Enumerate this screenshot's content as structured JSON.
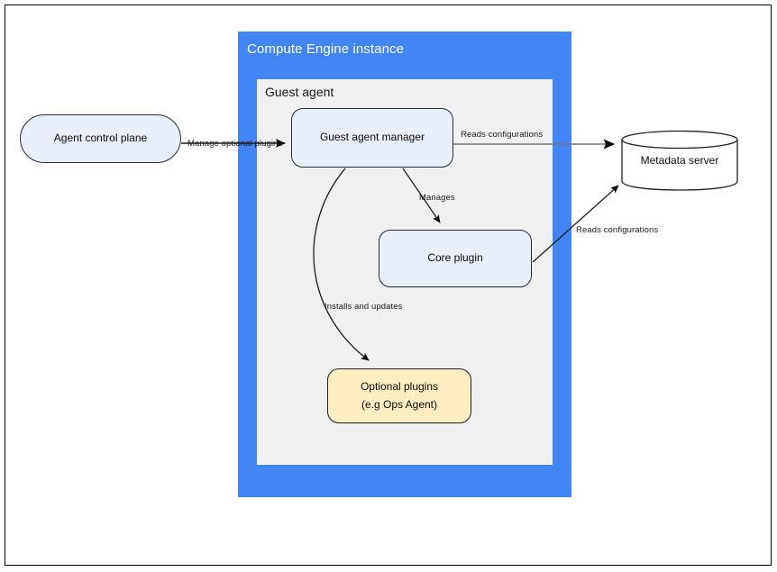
{
  "diagram": {
    "title_hidden": "",
    "containers": [
      {
        "id": "compute-engine-instance",
        "label": "Compute Engine instance",
        "fill": "#4285f4",
        "text_color": "#ffffff"
      },
      {
        "id": "guest-agent",
        "label": "Guest agent",
        "fill": "#f0f0f0",
        "text_color": "#1b1b1b"
      }
    ],
    "nodes": [
      {
        "id": "agent-control-plane",
        "label": "Agent control plane",
        "shape": "rounded-pill",
        "fill": "#e9eefb",
        "stroke": "#232c3d"
      },
      {
        "id": "guest-agent-manager",
        "label": "Guest agent manager",
        "shape": "rounded-rect",
        "fill": "#e9eefb",
        "stroke": "#232c3d"
      },
      {
        "id": "core-plugin",
        "label": "Core plugin",
        "shape": "rounded-rect",
        "fill": "#e9eefb",
        "stroke": "#232c3d"
      },
      {
        "id": "optional-plugins",
        "label_line1": "Optional plugins",
        "label_line2": "(e.g  Ops Agent)",
        "shape": "rounded-rect",
        "fill": "#fdeec2",
        "stroke": "#1f1f1f"
      },
      {
        "id": "metadata-server",
        "label": "Metadata server",
        "shape": "cylinder",
        "fill": "#ffffff",
        "stroke": "#1f1f1f"
      }
    ],
    "edges": [
      {
        "id": "edge-acp-to-gam",
        "from": "agent-control-plane",
        "to": "guest-agent-manager",
        "label": "Manage optional plugins",
        "style": "straight",
        "color": "#1f1f1f"
      },
      {
        "id": "edge-gam-to-metadata",
        "from": "guest-agent-manager",
        "to": "metadata-server",
        "label": "Reads configurations",
        "style": "straight",
        "color": "#666666"
      },
      {
        "id": "edge-gam-to-core",
        "from": "guest-agent-manager",
        "to": "core-plugin",
        "label": "Manages",
        "style": "straight",
        "color": "#1f1f1f"
      },
      {
        "id": "edge-gam-to-optional",
        "from": "guest-agent-manager",
        "to": "optional-plugins",
        "label": "Installs and updates",
        "style": "curved",
        "color": "#1f1f1f"
      },
      {
        "id": "edge-core-to-metadata",
        "from": "core-plugin",
        "to": "metadata-server",
        "label": "Reads configurations",
        "style": "straight",
        "color": "#1f1f1f"
      }
    ],
    "palette": {
      "blue_container": "#4285f4",
      "grey_container": "#f0f0f0",
      "node_blue_fill": "#e9eefb",
      "node_yellow_fill": "#fdeec2",
      "stroke_dark": "#232c3d",
      "edge_grey": "#666666",
      "page_background": "#ffffff"
    }
  }
}
